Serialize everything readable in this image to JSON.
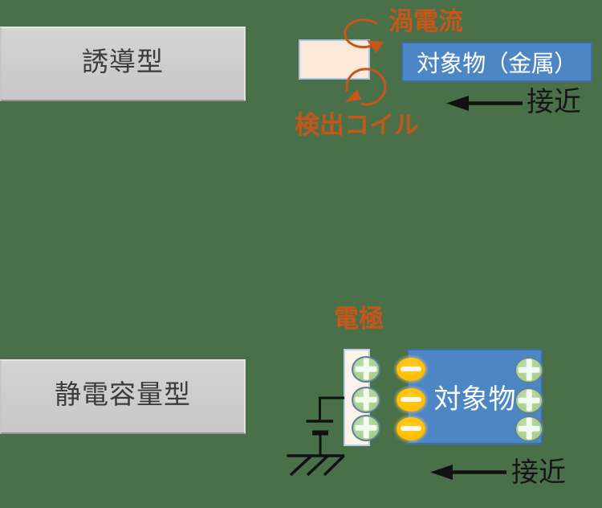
{
  "background_color": "#497049",
  "inductive": {
    "panel_label": "誘導型",
    "eddy_current_label": "渦電流",
    "coil_label": "検出コイル",
    "target_label": "対象物（金属）",
    "approach_label": "接近"
  },
  "capacitive": {
    "panel_label": "静電容量型",
    "electrode_label": "電極",
    "target_label": "対象物",
    "approach_label": "接近",
    "electrode_charges": [
      "+",
      "+",
      "+"
    ],
    "target_surface_charges": [
      "−",
      "−",
      "−"
    ],
    "target_far_charges": [
      "+",
      "+",
      "+"
    ]
  },
  "colors": {
    "background": "#497049",
    "accent_orange": "#c5571a",
    "coil_fill": "#fce9da",
    "coil_border": "#a9c4e6",
    "target_fill": "#4d86c4",
    "plus_charge_fill": "#a9d18e",
    "minus_charge_fill": "#ffc000",
    "panel_fill": "#d2d2d2"
  }
}
